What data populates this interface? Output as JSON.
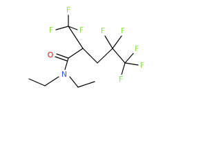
{
  "molecule": {
    "atoms": [
      {
        "label": "F"
      },
      {
        "label": "F"
      },
      {
        "label": "F"
      },
      {
        "label": "F"
      },
      {
        "label": "F"
      },
      {
        "label": "F"
      },
      {
        "label": "F"
      },
      {
        "label": "F"
      },
      {
        "label": "O"
      },
      {
        "label": "N"
      }
    ],
    "colors": {
      "bond": "#000000",
      "fluorine": "#90e050",
      "oxygen": "#ff0d0d",
      "nitrogen": "#3050f8"
    }
  }
}
